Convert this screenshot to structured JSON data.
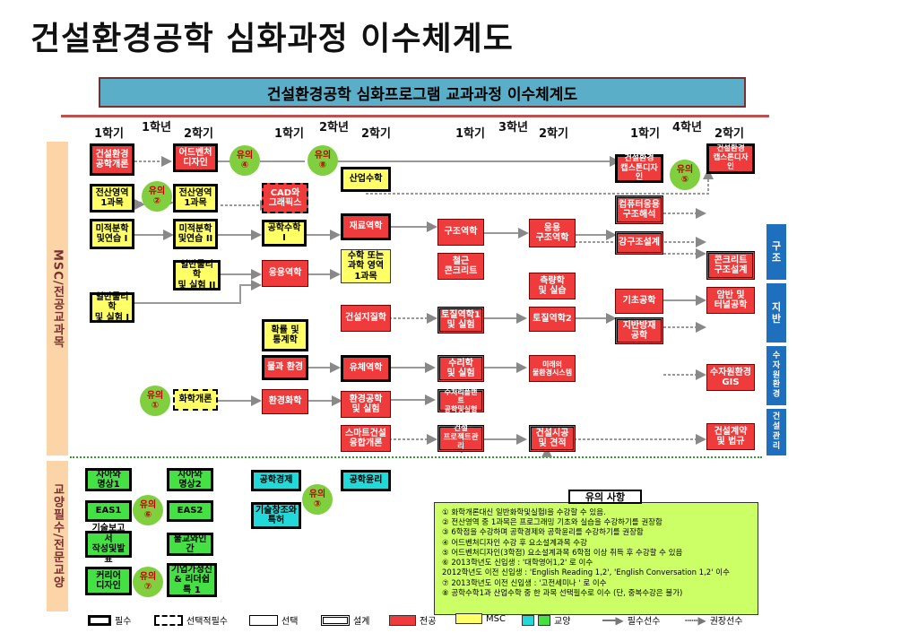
{
  "title": "건설환경공학 심화과정 이수체계도",
  "banner": "건설환경공학 심화프로그램 교과과정 이수체계도",
  "years": [
    "1학년",
    "2학년",
    "3학년",
    "4학년"
  ],
  "semesters": [
    "1학기",
    "2학기",
    "1학기",
    "2학기",
    "1학기",
    "2학기",
    "1학기",
    "2학기"
  ],
  "sidebar": {
    "msc": "MSC/전공교과목",
    "liberal": "교양필수/전문교양"
  },
  "courses": {
    "c1": "건설환경\n공학개론",
    "c2": "어드벤처\n디자인",
    "c3": "전산영역\n1과목",
    "c4": "전산영역\n1과목",
    "c5": "미적분학\n및연습 I",
    "c6": "미적분학\n및연습 II",
    "c7": "일반물리학\n및 실험 I",
    "c8": "일반물리학\n및 실험 II",
    "c9": "CAD와\n그래픽스",
    "c10": "공학수학 I",
    "c11": "응용역학",
    "c12": "확률 및\n통계학",
    "c13": "물과 환경",
    "c14": "환경화학",
    "c15": "산업수학",
    "c16": "재료역학",
    "c17": "수학 또는\n과학 영역\n1과목",
    "c18": "건설지질학",
    "c19": "유체역학",
    "c20": "환경공학\n및 실험",
    "c21": "스마트건설\n융합개론",
    "c22": "구조역학",
    "c23": "철근\n콘크리트",
    "c24": "토질역학1\n및 실험",
    "c25": "수리학\n및 실험",
    "c26": "수처리플랜트\n공학및실험",
    "c27": "건설\n프로젝트관리",
    "c28": "응용\n구조역학",
    "c29": "측량학\n및 실습",
    "c30": "토질역학2",
    "c31": "미래의\n물환경시스템",
    "c32": "건설시공\n및 견적",
    "c33": "건설환경\n캡스톤디자인",
    "c34": "컴퓨터응용\n구조해석",
    "c35": "강구조설계",
    "c36": "기초공학",
    "c37": "지반방재\n공학",
    "c38": "건설환경\n캡스톤디자인",
    "c39": "콘크리트\n구조설계",
    "c40": "암반 및\n터널공학",
    "c41": "수자원환경\nGIS",
    "c42": "건설계약\n및 법규",
    "g1": "자아와\n명상1",
    "g2": "자아와\n명상2",
    "g3": "EAS1",
    "g4": "EAS2",
    "g5": "기술보고서\n작성및발표",
    "g6": "불교와인간",
    "g7": "커리어\n디자인",
    "g8": "기업가정신\n& 리더쉽\n특 1",
    "g9": "공학경제",
    "g10": "공학윤리",
    "g11": "기술창조와\n특허"
  },
  "circles": {
    "u1": "유의\n④",
    "u2": "유의\n⑧",
    "u3": "유의\n②",
    "u4": "유의\n①",
    "u5": "유의\n⑤",
    "u6": "유의\n⑥",
    "u7": "유의\n⑦",
    "u8": "유의\n③"
  },
  "side_tabs": [
    "구\n조",
    "지\n반",
    "수\n자\n원\n환\n경",
    "건\n설\n관\n리"
  ],
  "notes_title": "유의 사항",
  "notes": [
    "① 화학개론대신 일반화학및실험I을 수강할 수 있음.",
    "② 전산영역 중 1과목은 프로그래밍 기초와 실습을 수강하기를 권장함",
    "③ 6학점을 수강하며 공학경제와 공학윤리를 수강하기를 권장함",
    "④ 어드벤처디자인 수강 후 요소설계과목 수강",
    "⑤ 어드벤처디자인(3학점) 요소설계과목 6학점 이상 취득 후 수강할 수 있음",
    "⑥ 2013학년도 신입생 : '대학영어1,2' 로 이수",
    "   2012학년도 이전 신입생 : 'English Reading 1,2', 'English Conversation 1,2' 이수",
    "⑦ 2013학년도 이전 신입생 : '고전세미나 ' 로 이수",
    "⑧ 공학수학1과 산업수학 중 한 과목 선택필수로 이수 (단, 중복수강은 불가)"
  ],
  "legend": [
    "필수",
    "선택적필수",
    "선택",
    "설계",
    "전공",
    "MSC",
    "교양",
    "필수선수",
    "권장선수"
  ],
  "colors": {
    "major": "#ef3b3b",
    "msc": "#ffff66",
    "liberal": "#44e044",
    "liberal2": "#22d8d8",
    "circle": "#7fcf3f",
    "tab": "#1f6fbf"
  }
}
